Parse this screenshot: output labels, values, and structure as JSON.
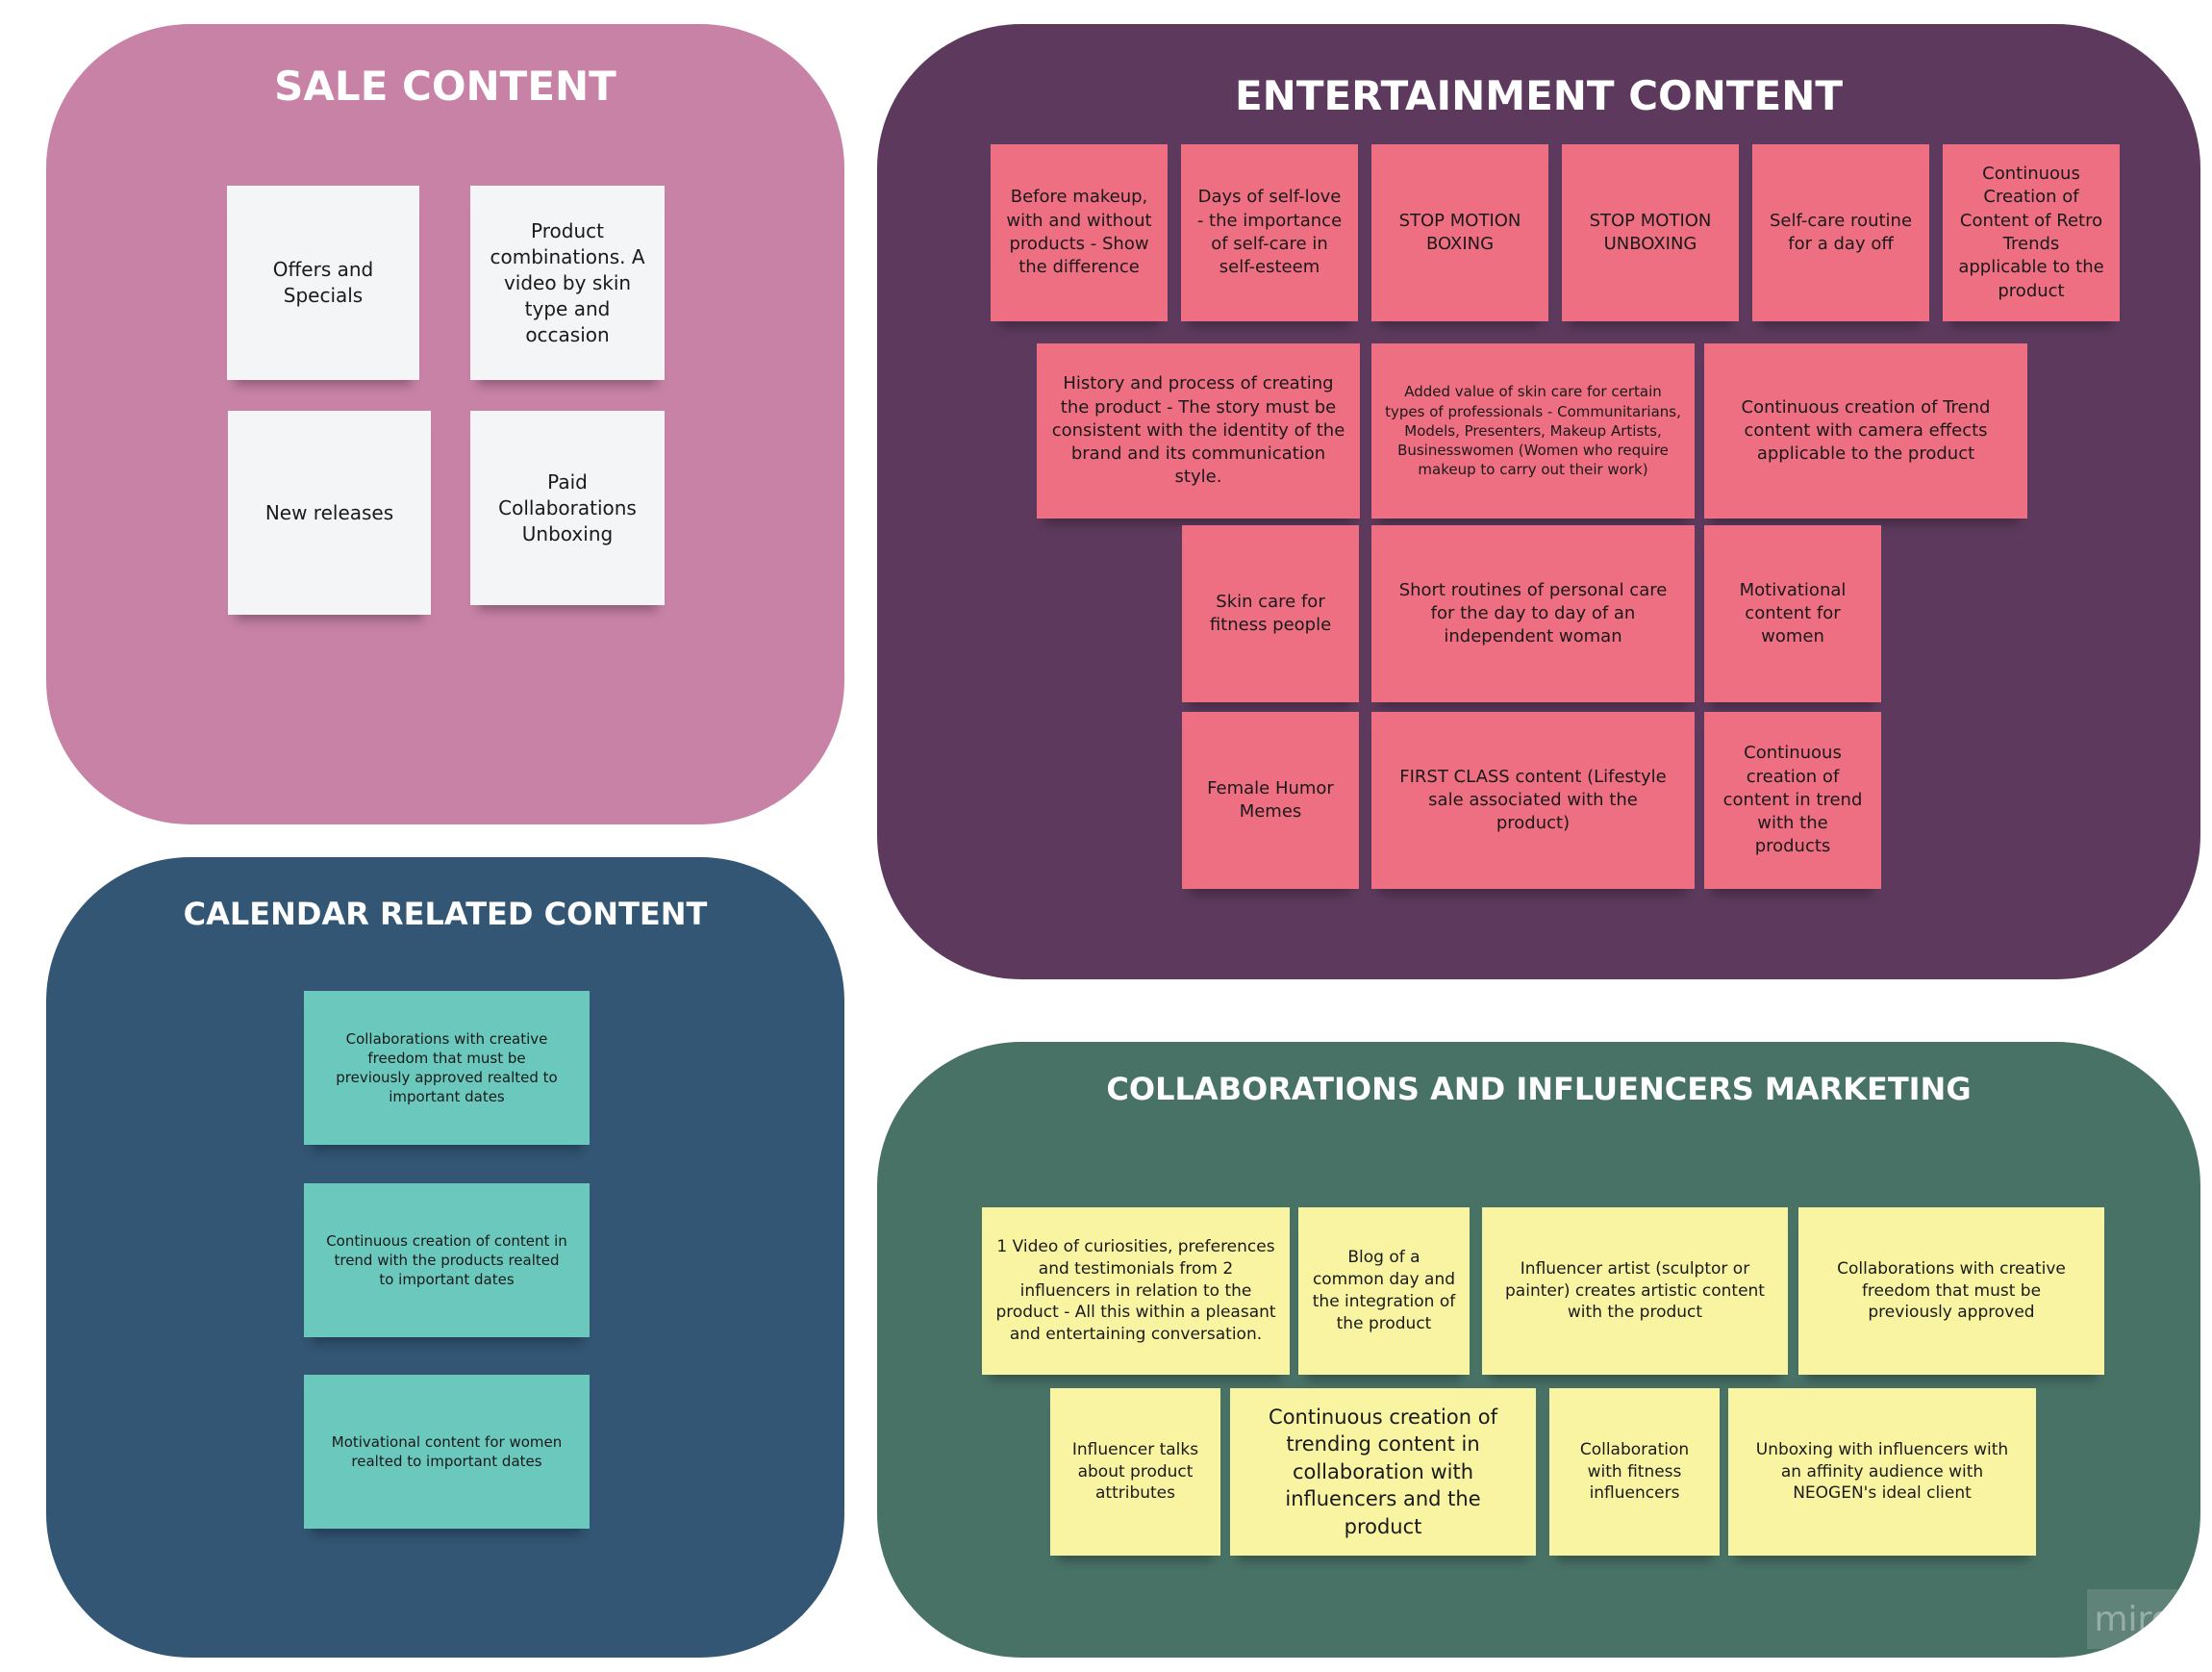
{
  "colors": {
    "sale_frame": "#c882a6",
    "entertainment_frame": "#5d3a5d",
    "calendar_frame": "#325674",
    "collab_frame": "#497267",
    "sticky_white": "#f4f5f7",
    "sticky_pink": "#ee6f82",
    "sticky_teal": "#6bc8bd",
    "sticky_yellow": "#f8f4a2"
  },
  "sale": {
    "title": "SALE CONTENT",
    "notes": [
      "Offers and Specials",
      "Product combinations. A video by skin type and occasion",
      "New releases",
      "Paid Collaborations Unboxing"
    ]
  },
  "entertainment": {
    "title": "ENTERTAINMENT CONTENT",
    "notes": [
      "Before makeup, with and without products - Show the difference",
      "Days of self-love - the importance of self-care in self-esteem",
      "STOP MOTION BOXING",
      "STOP MOTION UNBOXING",
      "Self-care routine for a day off",
      "Continuous Creation of Content of Retro Trends applicable to the product",
      "History and process of creating the product - The story must be consistent with the identity of the brand and its communication style.",
      "Added value of skin care for certain types of professionals - Communitarians, Models, Presenters, Makeup Artists, Businesswomen (Women who require makeup to carry out their work)",
      "Continuous creation of Trend content with camera effects applicable to the product",
      "Skin care for fitness people",
      "Short routines of personal care for the day to day of an independent woman",
      "Motivational content for women",
      "Female Humor Memes",
      "FIRST CLASS content (Lifestyle sale associated with the product)",
      "Continuous creation of content in trend with the products"
    ]
  },
  "calendar": {
    "title": "CALENDAR RELATED CONTENT",
    "notes": [
      "Collaborations with creative freedom that must be previously approved realted to important dates",
      "Continuous creation of content in trend with the products realted to important dates",
      "Motivational content for women realted to important dates"
    ]
  },
  "collab": {
    "title": "COLLABORATIONS AND INFLUENCERS MARKETING",
    "notes": [
      "1 Video of curiosities, preferences and testimonials from 2 influencers in relation to the product - All this within a pleasant and entertaining conversation.",
      "Blog of a common day and the integration of the product",
      "Influencer artist (sculptor or painter) creates artistic content with the product",
      "Collaborations with creative freedom that must be previously approved",
      "Influencer talks about product attributes",
      "Continuous creation of trending content in collaboration with influencers and the product",
      "Collaboration with fitness influencers",
      "Unboxing with influencers with an affinity audience with NEOGEN's ideal client"
    ]
  },
  "watermark": "miro"
}
